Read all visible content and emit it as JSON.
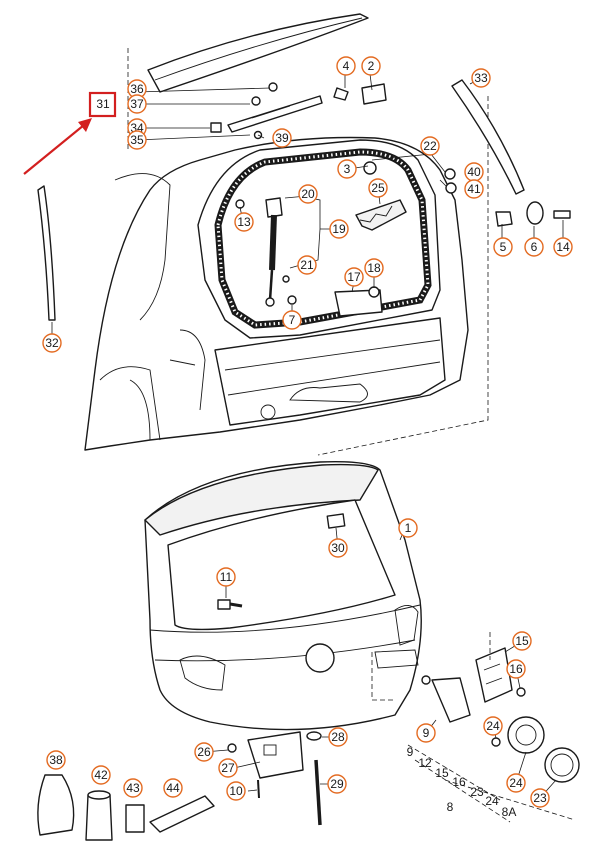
{
  "diagram": {
    "highlight": {
      "color": "#d31f1f",
      "label": "31"
    },
    "accent_color": "#e36b22",
    "callouts": [
      {
        "id": "c1",
        "label": "1"
      },
      {
        "id": "c2",
        "label": "2"
      },
      {
        "id": "c3",
        "label": "3"
      },
      {
        "id": "c4",
        "label": "4"
      },
      {
        "id": "c5",
        "label": "5"
      },
      {
        "id": "c6",
        "label": "6"
      },
      {
        "id": "c7",
        "label": "7"
      },
      {
        "id": "c9",
        "label": "9"
      },
      {
        "id": "c10",
        "label": "10"
      },
      {
        "id": "c11",
        "label": "11"
      },
      {
        "id": "c13",
        "label": "13"
      },
      {
        "id": "c14",
        "label": "14"
      },
      {
        "id": "c15",
        "label": "15"
      },
      {
        "id": "c16",
        "label": "16"
      },
      {
        "id": "c17",
        "label": "17"
      },
      {
        "id": "c18",
        "label": "18"
      },
      {
        "id": "c19",
        "label": "19"
      },
      {
        "id": "c20",
        "label": "20"
      },
      {
        "id": "c21",
        "label": "21"
      },
      {
        "id": "c22",
        "label": "22"
      },
      {
        "id": "c24",
        "label": "24"
      },
      {
        "id": "c25",
        "label": "25"
      },
      {
        "id": "c26",
        "label": "26"
      },
      {
        "id": "c27",
        "label": "27"
      },
      {
        "id": "c28",
        "label": "28"
      },
      {
        "id": "c29",
        "label": "29"
      },
      {
        "id": "c30",
        "label": "30"
      },
      {
        "id": "c32",
        "label": "32"
      },
      {
        "id": "c33",
        "label": "33"
      },
      {
        "id": "c34",
        "label": "34"
      },
      {
        "id": "c35",
        "label": "35"
      },
      {
        "id": "c36",
        "label": "36"
      },
      {
        "id": "c37",
        "label": "37"
      },
      {
        "id": "c38",
        "label": "38"
      },
      {
        "id": "c39",
        "label": "39"
      },
      {
        "id": "c40",
        "label": "40"
      },
      {
        "id": "c41",
        "label": "41"
      },
      {
        "id": "c42",
        "label": "42"
      },
      {
        "id": "c43",
        "label": "43"
      },
      {
        "id": "c44",
        "label": "44"
      },
      {
        "id": "c23a",
        "label": "23"
      },
      {
        "id": "c24b",
        "label": "24"
      }
    ],
    "plain_labels": [
      {
        "id": "p9",
        "label": "9"
      },
      {
        "id": "p12",
        "label": "12"
      },
      {
        "id": "p15",
        "label": "15"
      },
      {
        "id": "p16",
        "label": "16"
      },
      {
        "id": "p23",
        "label": "23"
      },
      {
        "id": "p24",
        "label": "24"
      },
      {
        "id": "p8a",
        "label": "8A"
      },
      {
        "id": "p8",
        "label": "8"
      }
    ]
  }
}
